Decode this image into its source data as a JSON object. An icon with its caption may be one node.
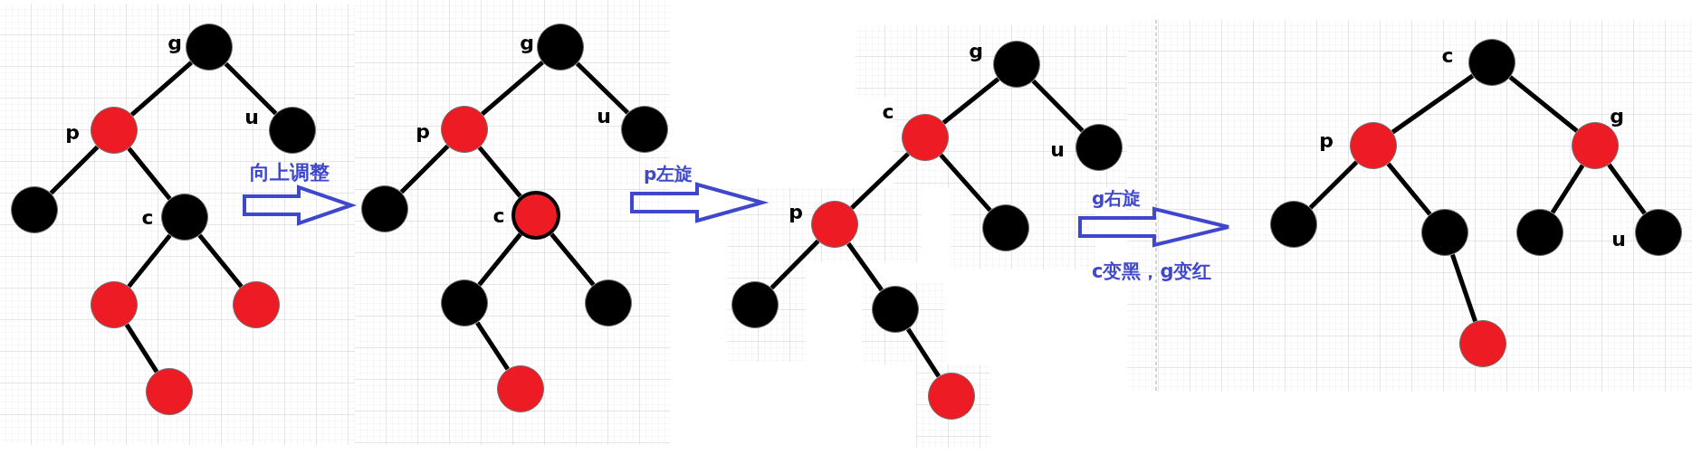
{
  "diagram": {
    "nodes": [
      {
        "text": [],
        "shape": "box"
      },
      {
        "text": [],
        "shape": "circle",
        "beside": [
          "g"
        ],
        "in": 0
      },
      {
        "text": [],
        "shape": "circle",
        "beside": [
          "p"
        ],
        "in": 0
      },
      {
        "text": [],
        "shape": "circle",
        "beside": [
          "u"
        ],
        "in": 0
      },
      {
        "text": [],
        "shape": "circle",
        "in": 0
      },
      {
        "text": [],
        "shape": "circle",
        "beside": [
          "c"
        ],
        "in": 0
      },
      {
        "text": [],
        "shape": "circle",
        "in": 0
      },
      {
        "text": [],
        "shape": "circle",
        "in": 0
      },
      {
        "text": [],
        "shape": "circle",
        "in": 0
      },
      {
        "text": [],
        "shape": "box"
      },
      {
        "text": [],
        "shape": "circle",
        "beside": [
          "g"
        ],
        "in": 9
      },
      {
        "text": [],
        "shape": "circle",
        "beside": [
          "p"
        ],
        "in": 9
      },
      {
        "text": [],
        "shape": "circle",
        "beside": [
          "u"
        ],
        "in": 9
      },
      {
        "text": [],
        "shape": "circle",
        "in": 9
      },
      {
        "text": [],
        "shape": "circle",
        "beside": [
          "c"
        ],
        "in": 9
      },
      {
        "text": [],
        "shape": "circle",
        "in": 9
      },
      {
        "text": [],
        "shape": "circle",
        "in": 9
      },
      {
        "text": [],
        "shape": "circle",
        "in": 9
      },
      {
        "text": [],
        "shape": "box"
      },
      {
        "text": [],
        "shape": "circle",
        "beside": [
          "g"
        ],
        "in": 18
      },
      {
        "text": [],
        "shape": "circle",
        "beside": [
          "c"
        ],
        "in": 18
      },
      {
        "text": [],
        "shape": "circle",
        "beside": [
          "u"
        ],
        "in": 18
      },
      {
        "text": [],
        "shape": "circle",
        "beside": [
          "p"
        ],
        "in": 18
      },
      {
        "text": [],
        "shape": "circle",
        "in": 18
      },
      {
        "text": [],
        "shape": "circle",
        "in": 18
      },
      {
        "text": [],
        "shape": "circle",
        "in": 18
      },
      {
        "text": [],
        "shape": "circle",
        "in": 18
      },
      {
        "text": [],
        "shape": "box"
      },
      {
        "text": [],
        "shape": "circle",
        "beside": [
          "c"
        ],
        "in": 27
      },
      {
        "text": [],
        "shape": "circle",
        "beside": [
          "p"
        ],
        "in": 27
      },
      {
        "text": [],
        "shape": "circle",
        "beside": [
          "g"
        ],
        "in": 27
      },
      {
        "text": [],
        "shape": "circle",
        "in": 27
      },
      {
        "text": [],
        "shape": "circle",
        "in": 27
      },
      {
        "text": [],
        "shape": "circle",
        "in": 27
      },
      {
        "text": [],
        "shape": "circle",
        "beside": [
          "u"
        ],
        "in": 27
      },
      {
        "text": [],
        "shape": "circle",
        "in": 27
      }
    ],
    "edges": [
      {
        "from": 1,
        "to": 2,
        "arrow": "none"
      },
      {
        "from": 1,
        "to": 3,
        "arrow": "none"
      },
      {
        "from": 2,
        "to": 4,
        "arrow": "none"
      },
      {
        "from": 2,
        "to": 5,
        "arrow": "none"
      },
      {
        "from": 5,
        "to": 6,
        "arrow": "none"
      },
      {
        "from": 5,
        "to": 7,
        "arrow": "none"
      },
      {
        "from": 6,
        "to": 8,
        "arrow": "none"
      },
      {
        "from": 10,
        "to": 11,
        "arrow": "none"
      },
      {
        "from": 10,
        "to": 12,
        "arrow": "none"
      },
      {
        "from": 11,
        "to": 13,
        "arrow": "none"
      },
      {
        "from": 11,
        "to": 14,
        "arrow": "none"
      },
      {
        "from": 14,
        "to": 15,
        "arrow": "none"
      },
      {
        "from": 14,
        "to": 16,
        "arrow": "none"
      },
      {
        "from": 15,
        "to": 17,
        "arrow": "none"
      },
      {
        "from": 19,
        "to": 20,
        "arrow": "none"
      },
      {
        "from": 19,
        "to": 21,
        "arrow": "none"
      },
      {
        "from": 20,
        "to": 22,
        "arrow": "none"
      },
      {
        "from": 20,
        "to": 23,
        "arrow": "none"
      },
      {
        "from": 22,
        "to": 24,
        "arrow": "none"
      },
      {
        "from": 22,
        "to": 25,
        "arrow": "none"
      },
      {
        "from": 25,
        "to": 26,
        "arrow": "none"
      },
      {
        "from": 28,
        "to": 29,
        "arrow": "none"
      },
      {
        "from": 28,
        "to": 30,
        "arrow": "none"
      },
      {
        "from": 29,
        "to": 31,
        "arrow": "none"
      },
      {
        "from": 29,
        "to": 32,
        "arrow": "none"
      },
      {
        "from": 30,
        "to": 33,
        "arrow": "none"
      },
      {
        "from": 30,
        "to": 34,
        "arrow": "none"
      },
      {
        "from": 32,
        "to": 35,
        "arrow": "none"
      },
      {
        "from": 0,
        "to": 9,
        "arrow": "to",
        "label": "向上调整",
        "color": "#3f48cc"
      },
      {
        "from": 9,
        "to": 18,
        "arrow": "to",
        "label": "p左旋",
        "color": "#3f48cc"
      },
      {
        "from": 18,
        "to": 27,
        "arrow": "to",
        "label": "g右旋",
        "color": "#3f48cc"
      }
    ],
    "labels": [
      "c变黑，g变红"
    ]
  }
}
